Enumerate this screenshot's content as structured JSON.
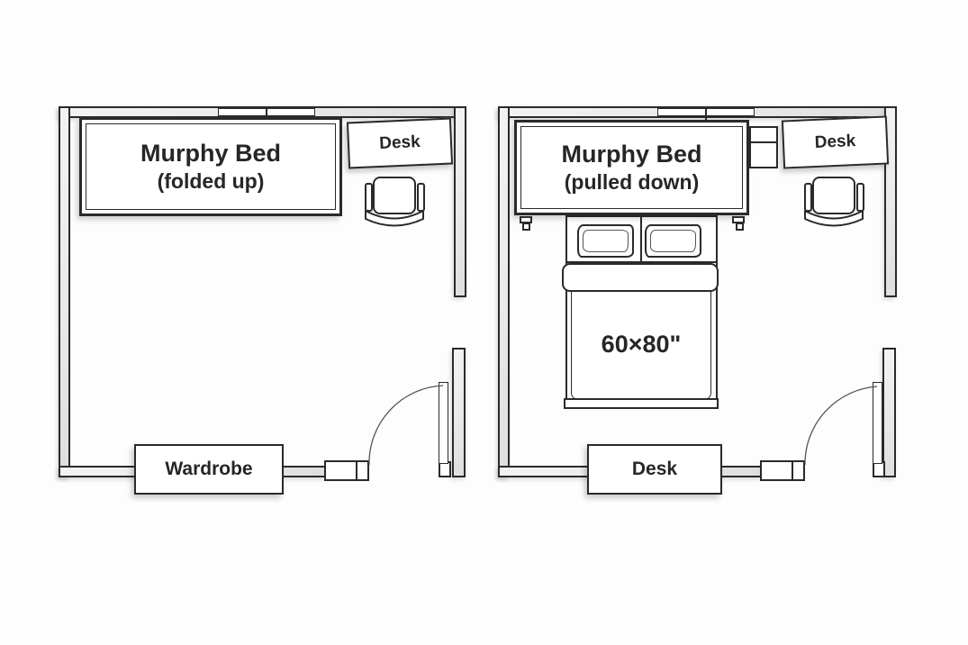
{
  "plans": [
    {
      "murphy_label": "Murphy Bed",
      "murphy_state": "(folded up)",
      "desk_label": "Desk",
      "bottom_label": "Wardrobe"
    },
    {
      "murphy_label": "Murphy Bed",
      "murphy_state": "(pulled down)",
      "desk_label": "Desk",
      "bottom_label": "Desk",
      "mattress_size": "60×80\""
    }
  ],
  "colors": {
    "line": "#2a2a2a",
    "thin": "#555555",
    "wall_fill": "#e9e9e9",
    "background": "#fdfdfd",
    "text": "#262626"
  }
}
